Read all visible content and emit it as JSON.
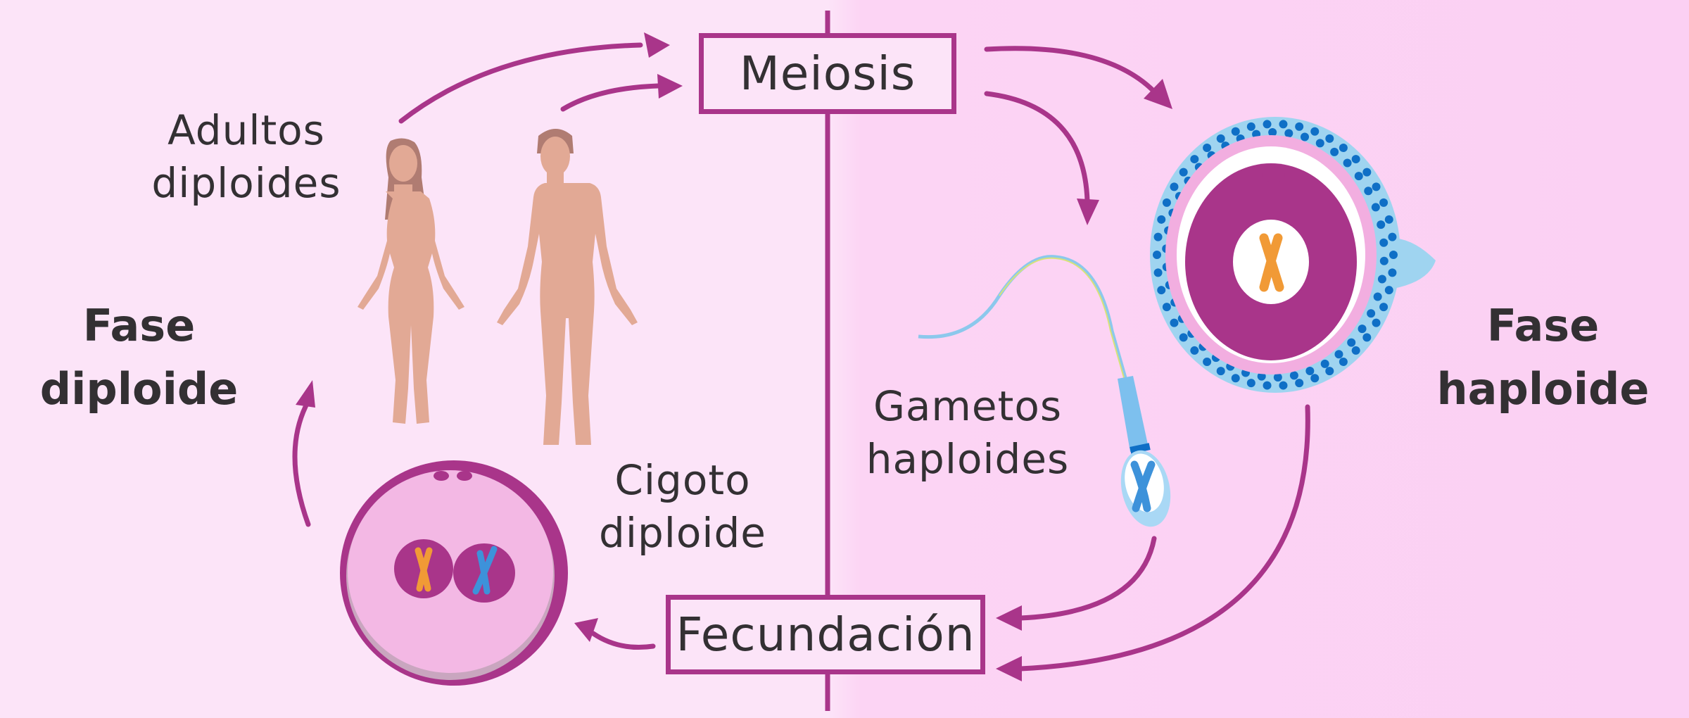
{
  "diagram": {
    "title": "Ciclo de vida diplonte",
    "phases": {
      "diploid": [
        "Fase",
        "diploide"
      ],
      "haploid": [
        "Fase",
        "haploide"
      ]
    },
    "processes": {
      "meiosis": "Meiosis",
      "fertilization": "Fecundación"
    },
    "stages": {
      "adults": [
        "Adultos",
        "diploides"
      ],
      "gametes": [
        "Gametos",
        "haploides"
      ],
      "zygote": [
        "Cigoto",
        "diploide"
      ]
    },
    "colors": {
      "accent": "#a9358a",
      "text": "#333033",
      "background_left": "#fce4f8",
      "background_right": "#fbd0f3",
      "skin": "#e2a995",
      "hair": "#b07c72",
      "chromosome_orange": "#f19a36",
      "chromosome_blue": "#3d92da",
      "corona_light": "#9fd4f0",
      "corona_dot": "#0f6fc6"
    }
  }
}
